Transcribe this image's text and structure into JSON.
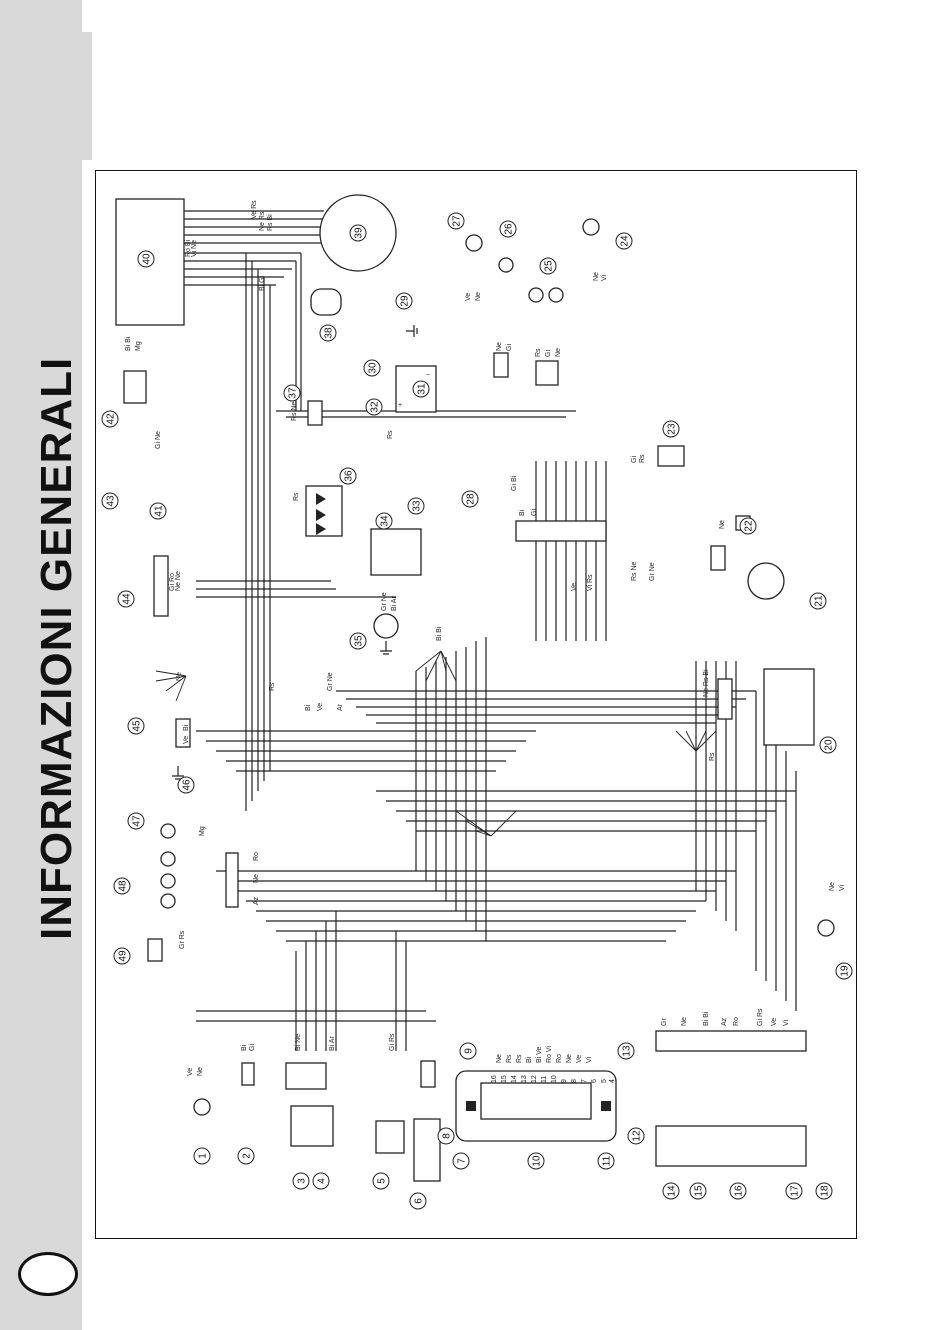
{
  "section_title": "INFORMAZIONI GENERALI",
  "colors": {
    "side_band": "#d9d9d9",
    "ink": "#222222"
  },
  "component_numbers": [
    "1",
    "2",
    "3",
    "4",
    "5",
    "6",
    "7",
    "8",
    "9",
    "10",
    "11",
    "12",
    "13",
    "14",
    "15",
    "16",
    "17",
    "18",
    "19",
    "20",
    "21",
    "22",
    "23",
    "24",
    "25",
    "26",
    "27",
    "28",
    "29",
    "30",
    "31",
    "32",
    "33",
    "34",
    "35",
    "36",
    "37",
    "38",
    "39",
    "40",
    "41",
    "42",
    "43",
    "44",
    "45",
    "46",
    "47",
    "48",
    "49"
  ],
  "wire_codes": {
    "ve": "Ve",
    "ne": "Ne",
    "bi": "Bi",
    "gi": "Gi",
    "rs": "Rs",
    "ro": "Ro",
    "az": "Az",
    "vi": "Vi",
    "mg": "Mg",
    "gr": "Gr",
    "ar": "Ar",
    "bi_ne": "Bi Ne",
    "bi_ar": "Bi Ar",
    "gi_rs": "Gi Rs",
    "ve_rs": "Ve Rs",
    "ne_rs": "Ne Rs",
    "rs_bi": "Rs Bi",
    "ro_bi": "Ro Bi",
    "vi_ne": "Vi Ne",
    "gr_ne": "Gr Ne",
    "ne_ne": "Ne Ne",
    "gi_ro": "Gi Ro",
    "bi_bi": "Bi Bi",
    "bi_ve": "Bi Ve",
    "ro_vi": "Ro Vi",
    "ro_bi_ve": "Bi-Ve",
    "gi_bi": "Gi Bi",
    "rs_ne": "Rs Ne",
    "gr_rs": "Gr Rs",
    "ne_rs_bi": "Ne Rs Bi",
    "vi_rs": "Vi Rs",
    "gi_ne": "Gi Ne",
    "bi_gi": "Bi Gi"
  },
  "dashboard_pins": [
    "16",
    "15",
    "14",
    "13",
    "12",
    "11",
    "10",
    "9",
    "8",
    "7",
    "6",
    "5",
    "4"
  ],
  "battery_signs": {
    "plus": "+",
    "minus": "−"
  },
  "page_number": ""
}
